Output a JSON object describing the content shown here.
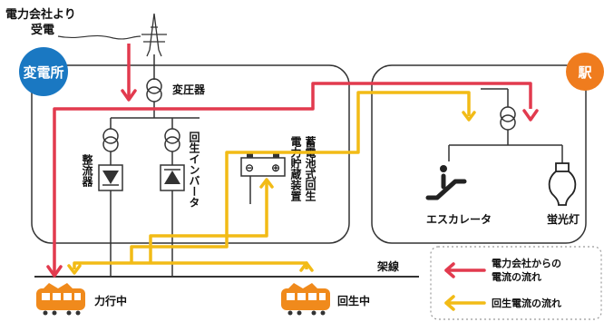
{
  "labels": {
    "source": [
      "電力会社より",
      "受電"
    ],
    "substation": "変電所",
    "station": "駅",
    "transformer": "変圧器",
    "rectifier": "整流器",
    "regen_inverter": "回生インバータ",
    "storage_device": [
      "蓄電池式回生",
      "電力貯蔵装置"
    ],
    "escalator": "エスカレータ",
    "lamp": "蛍光灯",
    "overhead_line": "架線",
    "train_powering": "力行中",
    "train_regenerating": "回生中"
  },
  "legend": {
    "supply": [
      "電力会社からの",
      "電流の流れ"
    ],
    "regen": "回生電流の流れ"
  },
  "battery_symbols": {
    "minus": "⊖",
    "plus": "⊕"
  },
  "colors": {
    "supply_flow": "#e23a4e",
    "regen_flow": "#f2bb16",
    "substation_badge": "#1a78c2",
    "station_badge": "#ef7c1e",
    "train": "#f08a1c",
    "line": "#333333"
  }
}
